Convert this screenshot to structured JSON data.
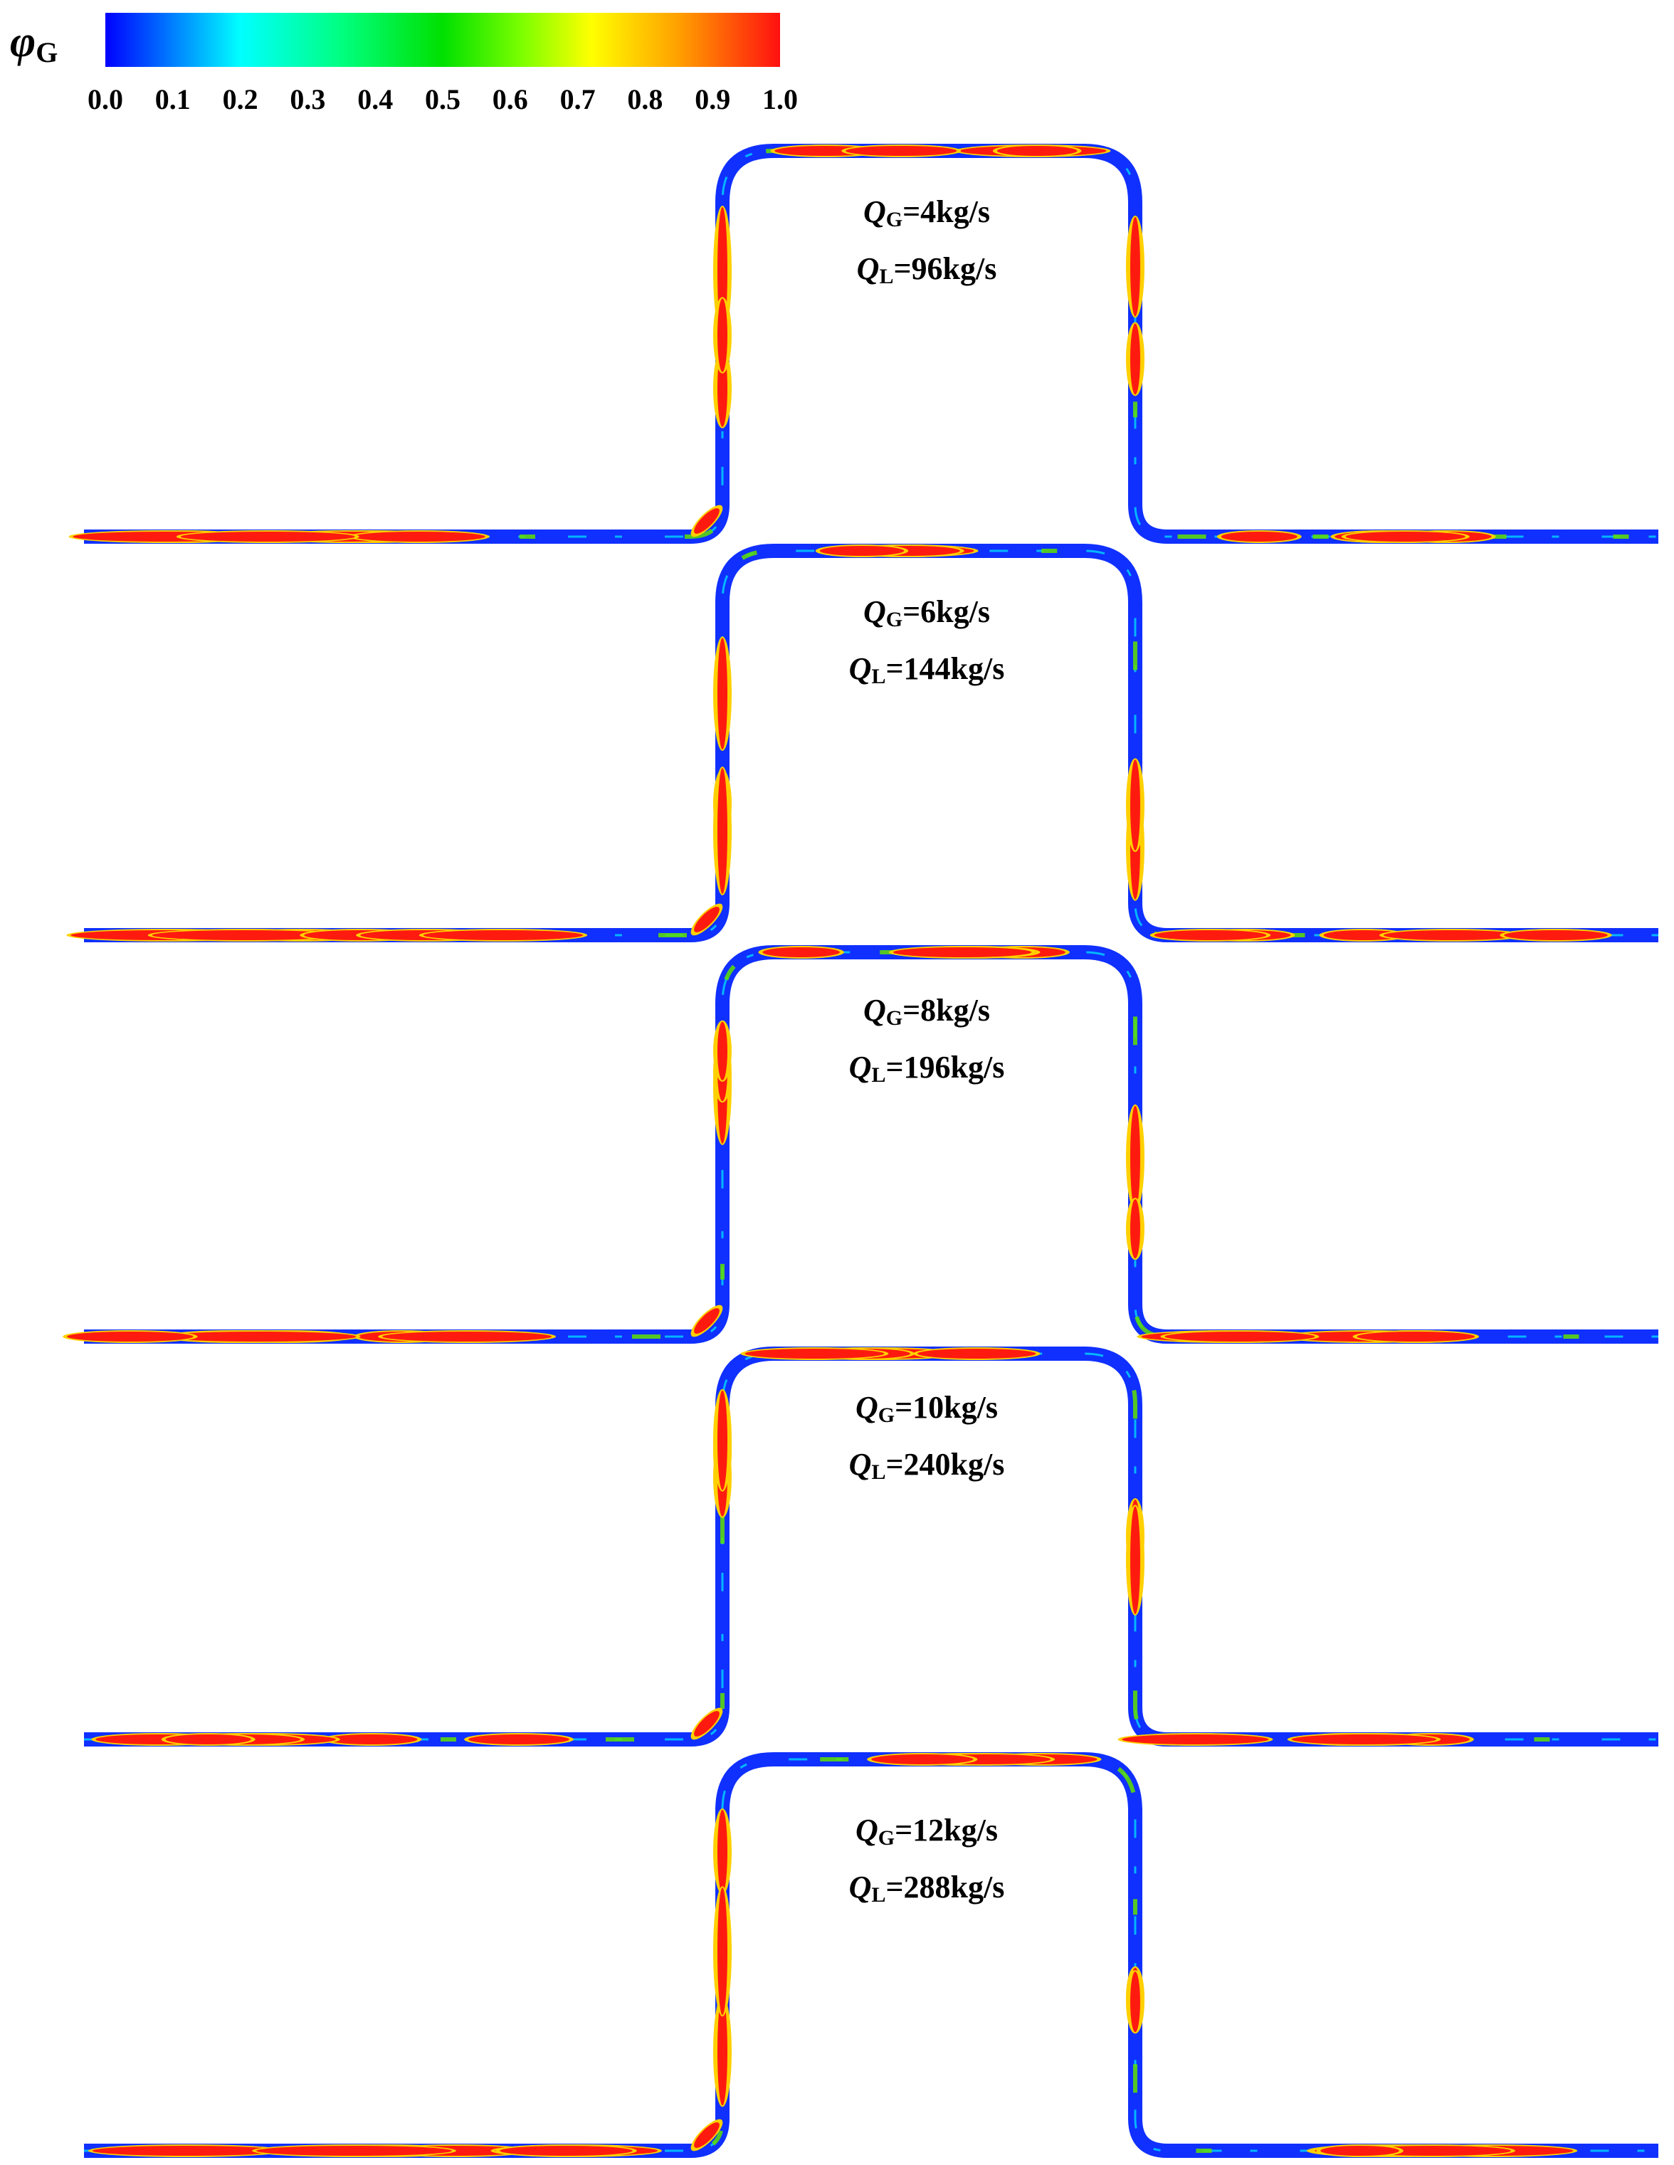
{
  "colorbar": {
    "symbol": "φ",
    "symbol_subscript": "G",
    "ticks": [
      "0.0",
      "0.1",
      "0.2",
      "0.3",
      "0.4",
      "0.5",
      "0.6",
      "0.7",
      "0.8",
      "0.9",
      "1.0"
    ],
    "colors": [
      "#0000ff",
      "#007fff",
      "#00ffff",
      "#00ff80",
      "#00e000",
      "#7fff00",
      "#ffff00",
      "#ffa000",
      "#ff1010"
    ]
  },
  "panels": [
    {
      "gas_symbol": "Q",
      "gas_subscript": "G",
      "gas_value": "=4kg/s",
      "liquid_symbol": "Q",
      "liquid_subscript": "L",
      "liquid_value": "=96kg/s"
    },
    {
      "gas_symbol": "Q",
      "gas_subscript": "G",
      "gas_value": "=6kg/s",
      "liquid_symbol": "Q",
      "liquid_subscript": "L",
      "liquid_value": "=144kg/s"
    },
    {
      "gas_symbol": "Q",
      "gas_subscript": "G",
      "gas_value": "=8kg/s",
      "liquid_symbol": "Q",
      "liquid_subscript": "L",
      "liquid_value": "=196kg/s"
    },
    {
      "gas_symbol": "Q",
      "gas_subscript": "G",
      "gas_value": "=10kg/s",
      "liquid_symbol": "Q",
      "liquid_subscript": "L",
      "liquid_value": "=240kg/s"
    },
    {
      "gas_symbol": "Q",
      "gas_subscript": "G",
      "gas_value": "=12kg/s",
      "liquid_symbol": "Q",
      "liquid_subscript": "L",
      "liquid_value": "=288kg/s"
    }
  ]
}
